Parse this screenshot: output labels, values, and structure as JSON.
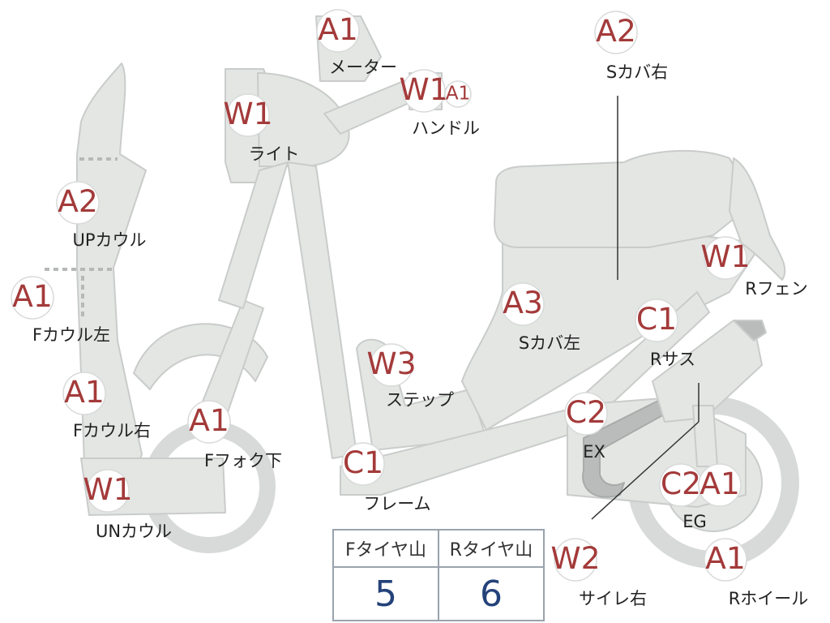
{
  "colors": {
    "part_fill": "#e4e6e4",
    "part_stroke": "#c9ccca",
    "grade_text": "#a43a3a",
    "label_text": "#222222",
    "value_text": "#24427a"
  },
  "parts": [
    {
      "id": "meter",
      "grade": "A1",
      "label": "メーター"
    },
    {
      "id": "handle",
      "grade": "W1",
      "grade2": "A1",
      "label": "ハンドル"
    },
    {
      "id": "light",
      "grade": "W1",
      "label": "ライト"
    },
    {
      "id": "s-cover-right",
      "grade": "A2",
      "label": "Sカバ右"
    },
    {
      "id": "up-cowl",
      "grade": "A2",
      "label": "UPカウル"
    },
    {
      "id": "f-cowl-left",
      "grade": "A1",
      "label": "Fカウル左"
    },
    {
      "id": "f-cowl-right",
      "grade": "A1",
      "label": "Fカウル右"
    },
    {
      "id": "f-fork-lower",
      "grade": "A1",
      "label": "Fフォク下"
    },
    {
      "id": "un-cowl",
      "grade": "W1",
      "label": "UNカウル"
    },
    {
      "id": "step",
      "grade": "W3",
      "label": "ステップ"
    },
    {
      "id": "s-cover-left",
      "grade": "A3",
      "label": "Sカバ左"
    },
    {
      "id": "frame",
      "grade": "C1",
      "label": "フレーム"
    },
    {
      "id": "r-fender",
      "grade": "W1",
      "label": "Rフェン"
    },
    {
      "id": "r-suspension",
      "grade": "C1",
      "label": "Rサス"
    },
    {
      "id": "exhaust",
      "grade": "C2",
      "label": "EX"
    },
    {
      "id": "engine",
      "grade": "C2",
      "grade2": "A1",
      "label": "EG"
    },
    {
      "id": "silencer-right",
      "grade": "W2",
      "label": "サイレ右"
    },
    {
      "id": "r-wheel",
      "grade": "A1",
      "label": "Rホイール"
    }
  ],
  "tire_table": {
    "headers": [
      "Fタイヤ山",
      "Rタイヤ山"
    ],
    "values": [
      "5",
      "6"
    ]
  }
}
